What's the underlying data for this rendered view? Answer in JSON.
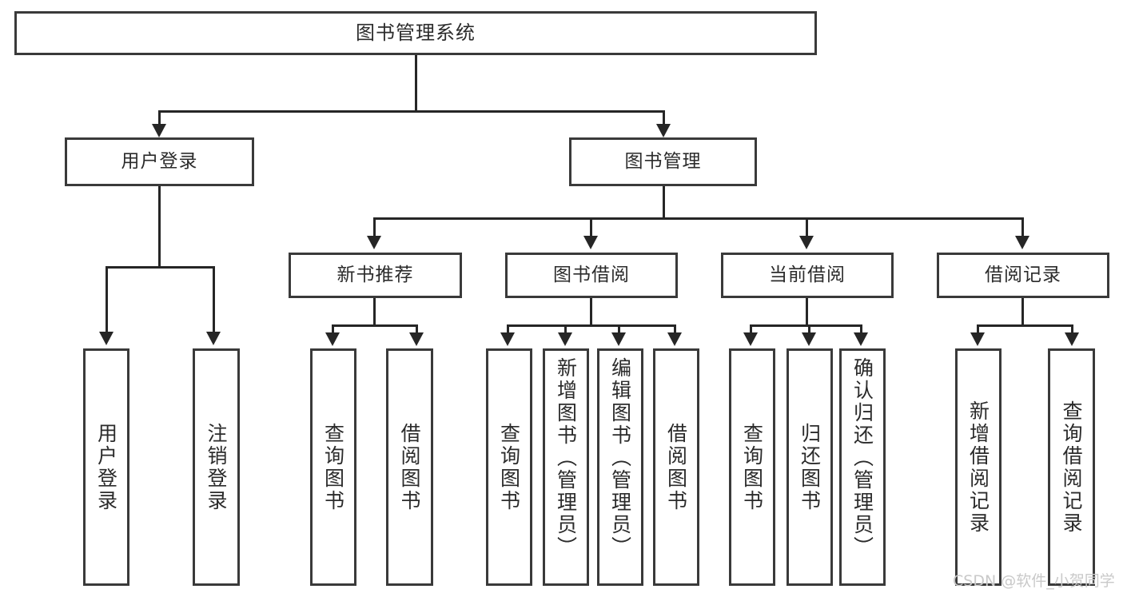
{
  "diagram": {
    "type": "tree-hierarchy-chart",
    "title": "图书管理系统",
    "root": {
      "label": "图书管理系统"
    },
    "level2": [
      {
        "label": "用户登录"
      },
      {
        "label": "图书管理"
      }
    ],
    "level3": [
      {
        "label": "新书推荐"
      },
      {
        "label": "图书借阅"
      },
      {
        "label": "当前借阅"
      },
      {
        "label": "借阅记录"
      }
    ],
    "leaves": [
      {
        "label": "用户登录",
        "parent": "用户登录"
      },
      {
        "label": "注销登录",
        "parent": "用户登录"
      },
      {
        "label": "查询图书",
        "parent": "新书推荐"
      },
      {
        "label": "借阅图书",
        "parent": "新书推荐"
      },
      {
        "label": "查询图书",
        "parent": "图书借阅"
      },
      {
        "label": "新增图书（管理员）",
        "parent": "图书借阅"
      },
      {
        "label": "编辑图书（管理员）",
        "parent": "图书借阅"
      },
      {
        "label": "借阅图书",
        "parent": "图书借阅"
      },
      {
        "label": "查询图书",
        "parent": "当前借阅"
      },
      {
        "label": "归还图书",
        "parent": "当前借阅"
      },
      {
        "label": "确认归还（管理员）",
        "parent": "当前借阅"
      },
      {
        "label": "新增借阅记录",
        "parent": "借阅记录"
      },
      {
        "label": "查询借阅记录",
        "parent": "借阅记录"
      }
    ],
    "watermark": "CSDN @软件_小贺同学",
    "colors": {
      "box_border": "#3a3a3a",
      "connector": "#262626",
      "background": "#ffffff",
      "text": "#2b2b2b",
      "watermark": "#c9c9c9"
    }
  }
}
